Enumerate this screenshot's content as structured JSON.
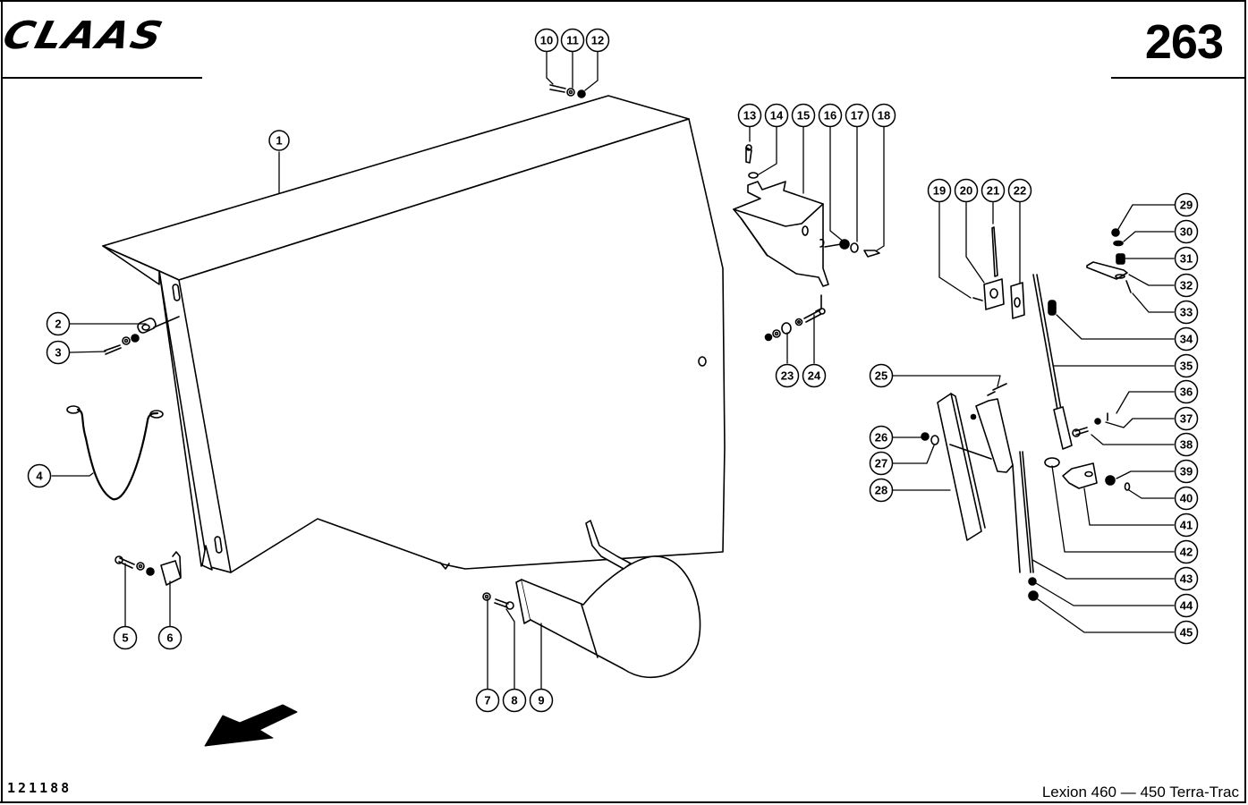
{
  "header": {
    "brand": "CLAAS",
    "page_number": "263"
  },
  "footer": {
    "document_id": "121188",
    "model": "Lexion 460 — 450 Terra-Trac"
  },
  "diagram": {
    "type": "exploded-parts-diagram",
    "direction_indicator": "arrow-forward-left-icon",
    "callouts": [
      {
        "id": "1",
        "label": "1"
      },
      {
        "id": "2",
        "label": "2"
      },
      {
        "id": "3",
        "label": "3"
      },
      {
        "id": "4",
        "label": "4"
      },
      {
        "id": "5",
        "label": "5"
      },
      {
        "id": "6",
        "label": "6"
      },
      {
        "id": "7",
        "label": "7"
      },
      {
        "id": "8",
        "label": "8"
      },
      {
        "id": "9",
        "label": "9"
      },
      {
        "id": "10",
        "label": "10"
      },
      {
        "id": "11",
        "label": "11"
      },
      {
        "id": "12",
        "label": "12"
      },
      {
        "id": "13",
        "label": "13"
      },
      {
        "id": "14",
        "label": "14"
      },
      {
        "id": "15",
        "label": "15"
      },
      {
        "id": "16",
        "label": "16"
      },
      {
        "id": "17",
        "label": "17"
      },
      {
        "id": "18",
        "label": "18"
      },
      {
        "id": "19",
        "label": "19"
      },
      {
        "id": "20",
        "label": "20"
      },
      {
        "id": "21",
        "label": "21"
      },
      {
        "id": "22",
        "label": "22"
      },
      {
        "id": "23",
        "label": "23"
      },
      {
        "id": "24",
        "label": "24"
      },
      {
        "id": "25",
        "label": "25"
      },
      {
        "id": "26",
        "label": "26"
      },
      {
        "id": "27",
        "label": "27"
      },
      {
        "id": "28",
        "label": "28"
      },
      {
        "id": "29",
        "label": "29"
      },
      {
        "id": "30",
        "label": "30"
      },
      {
        "id": "31",
        "label": "31"
      },
      {
        "id": "32",
        "label": "32"
      },
      {
        "id": "33",
        "label": "33"
      },
      {
        "id": "34",
        "label": "34"
      },
      {
        "id": "35",
        "label": "35"
      },
      {
        "id": "36",
        "label": "36"
      },
      {
        "id": "37",
        "label": "37"
      },
      {
        "id": "38",
        "label": "38"
      },
      {
        "id": "39",
        "label": "39"
      },
      {
        "id": "40",
        "label": "40"
      },
      {
        "id": "41",
        "label": "41"
      },
      {
        "id": "42",
        "label": "42"
      },
      {
        "id": "43",
        "label": "43"
      },
      {
        "id": "44",
        "label": "44"
      },
      {
        "id": "45",
        "label": "45"
      }
    ]
  }
}
